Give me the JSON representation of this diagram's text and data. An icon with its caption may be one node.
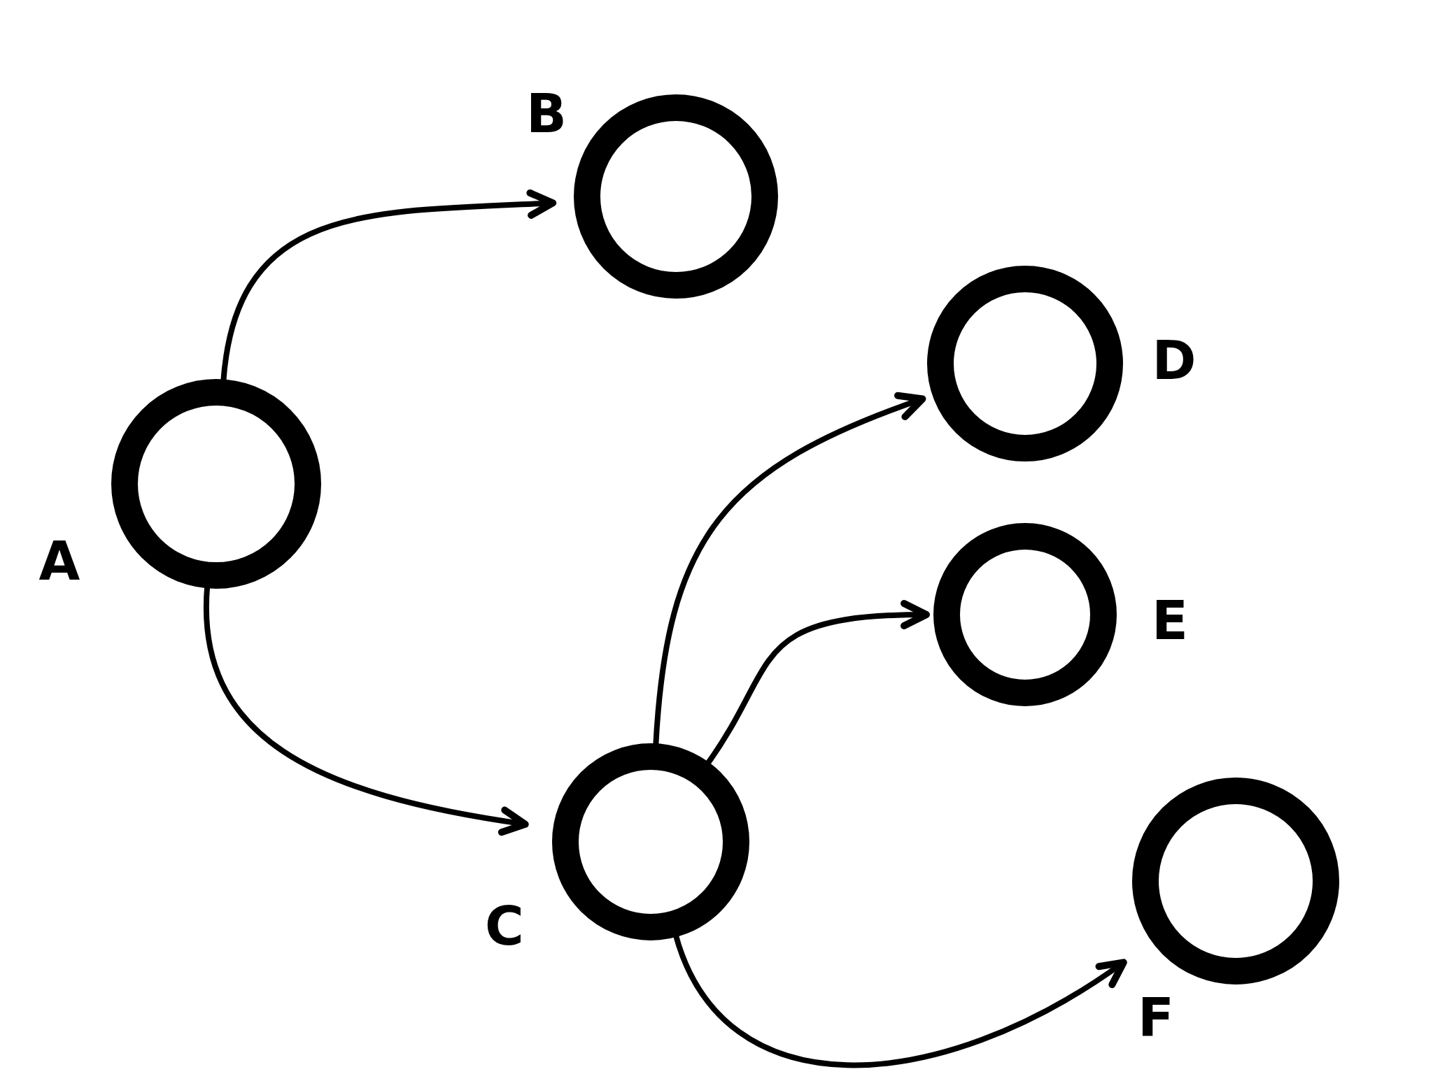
{
  "diagram": {
    "nodes": [
      {
        "text": [],
        "shape": "circle",
        "beside": [
          "A"
        ]
      },
      {
        "text": [],
        "shape": "circle",
        "beside": [
          "B"
        ]
      },
      {
        "text": [],
        "shape": "circle",
        "beside": [
          "C"
        ]
      },
      {
        "text": [],
        "shape": "circle",
        "beside": [
          "D"
        ]
      },
      {
        "text": [],
        "shape": "circle",
        "beside": [
          "E"
        ]
      },
      {
        "text": [],
        "shape": "circle",
        "beside": [
          "F"
        ]
      }
    ],
    "edges": [
      {
        "from": 0,
        "to": 1,
        "arrow": "to"
      },
      {
        "from": 0,
        "to": 2,
        "arrow": "to"
      },
      {
        "from": 2,
        "to": 3,
        "arrow": "to"
      },
      {
        "from": 2,
        "to": 4,
        "arrow": "to"
      },
      {
        "from": 2,
        "to": 5,
        "arrow": "to"
      }
    ]
  }
}
